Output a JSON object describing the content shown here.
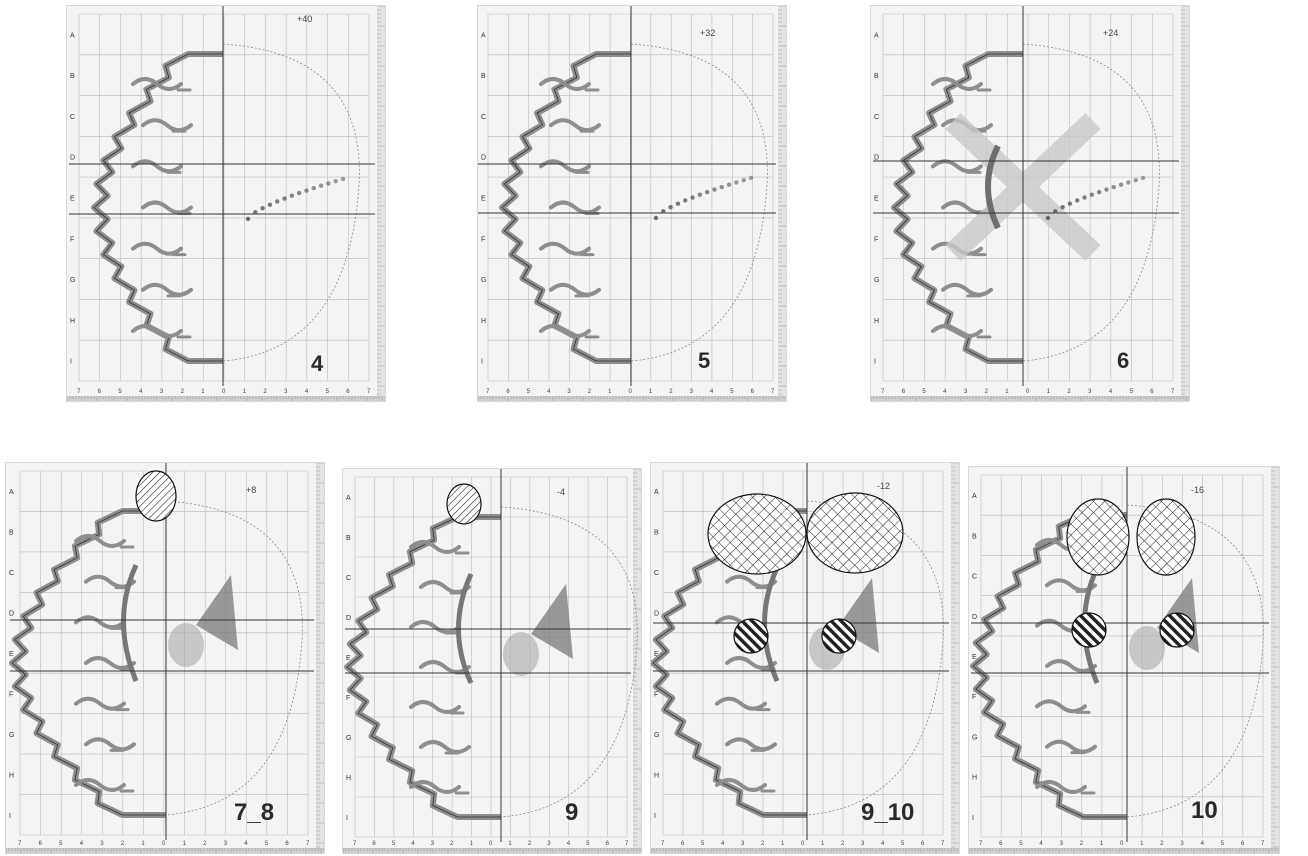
{
  "panels": [
    {
      "id": "p4",
      "label": "4",
      "level": "+40",
      "rows": [
        "A",
        "B",
        "C",
        "D",
        "E",
        "F",
        "G",
        "H",
        "I"
      ]
    },
    {
      "id": "p5",
      "label": "5",
      "level": "+32",
      "rows": [
        "A",
        "B",
        "C",
        "D",
        "E",
        "F",
        "G",
        "H",
        "I"
      ]
    },
    {
      "id": "p6",
      "label": "6",
      "level": "+24",
      "rows": [
        "A",
        "B",
        "C",
        "D",
        "E",
        "F",
        "G",
        "H",
        "I"
      ]
    },
    {
      "id": "p78",
      "label": "7_8",
      "level": "+8",
      "rows": [
        "A",
        "B",
        "C",
        "D",
        "E",
        "F",
        "G",
        "H",
        "I"
      ]
    },
    {
      "id": "p9",
      "label": "9",
      "level": "-4",
      "rows": [
        "A",
        "B",
        "C",
        "D",
        "E",
        "F",
        "G",
        "H",
        "I"
      ]
    },
    {
      "id": "p910",
      "label": "9_10",
      "level": "-12",
      "rows": [
        "A",
        "B",
        "C",
        "D",
        "E",
        "F",
        "G",
        "H",
        "I"
      ]
    },
    {
      "id": "p10",
      "label": "10",
      "level": "-16",
      "rows": [
        "A",
        "B",
        "C",
        "D",
        "E",
        "F",
        "G",
        "H",
        "I"
      ]
    }
  ],
  "axis_ticks": [
    "7",
    "6",
    "5",
    "4",
    "3",
    "2",
    "1",
    "0",
    "1",
    "2",
    "3",
    "4",
    "5",
    "6",
    "7"
  ],
  "colors": {
    "cortex": "#8e8e8e",
    "grid": "#b9b9b9",
    "crosshair": "#333333",
    "dot": "#555555",
    "hatch": "#222222"
  }
}
